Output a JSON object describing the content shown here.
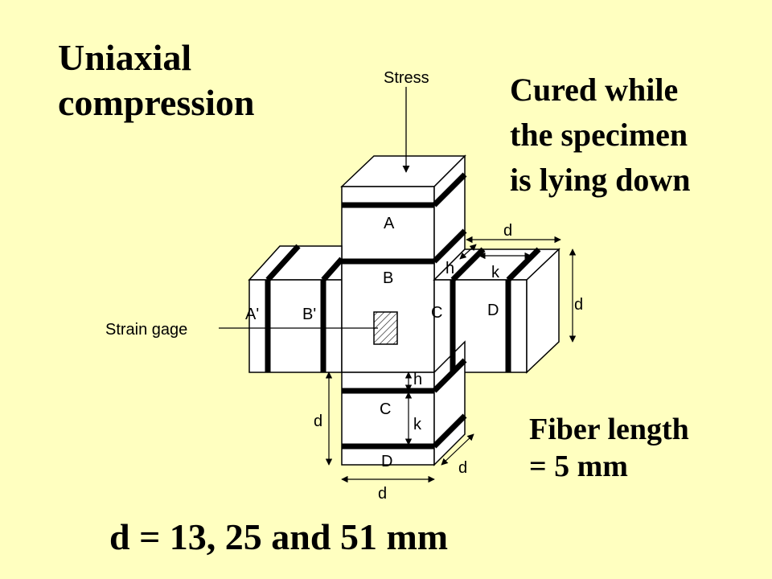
{
  "title_lines": [
    "Uniaxial",
    "compression"
  ],
  "note_lines": [
    "Cured while",
    "the specimen",
    "is lying down"
  ],
  "fiber_lines": [
    "Fiber length",
    "= 5 mm"
  ],
  "d_values": "d = 13, 25 and 51 mm",
  "labels": {
    "stress": "Stress",
    "strain_gage": "Strain gage",
    "face_a": "A",
    "face_b": "B",
    "face_c_center": "C",
    "face_d_right": "D",
    "face_a_prime": "A'",
    "face_b_prime": "B'",
    "face_c_bottom": "C",
    "face_d_bottom": "D",
    "dim_d_top": "d",
    "dim_d_right": "d",
    "dim_h_top": "h",
    "dim_k_top": "k",
    "dim_h_bottom": "h",
    "dim_k_bottom": "k",
    "dim_d_left_bottom": "d",
    "dim_d_bottom": "d",
    "dim_d_bottom_diag": "d"
  }
}
